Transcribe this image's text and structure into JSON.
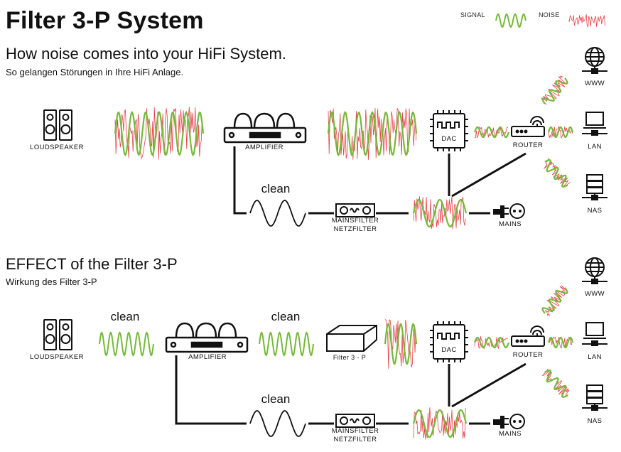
{
  "title": "Filter 3-P System",
  "legend": {
    "signal": "SIGNAL",
    "noise": "NOISE"
  },
  "colors": {
    "signal": "#76b83a",
    "noise": "#e8404a",
    "line": "#111111"
  },
  "section1": {
    "heading": "How noise comes into your HiFi System.",
    "subheading": "So gelangen Störungen in Ihre HiFi Anlage."
  },
  "section2": {
    "heading": "EFFECT of the Filter 3-P",
    "subheading": "Wirkung des Filter 3-P"
  },
  "labels": {
    "loudspeaker": "LOUDSPEAKER",
    "amplifier": "AMPLIFIER",
    "dac": "DAC",
    "router": "ROUTER",
    "www": "WWW",
    "lan": "LAN",
    "nas": "NAS",
    "mainsfilter": "MAINSFILTER",
    "netzfilter": "NETZFILTER",
    "mains": "MAINS",
    "clean": "clean",
    "filter3p": "Filter 3 - P"
  }
}
